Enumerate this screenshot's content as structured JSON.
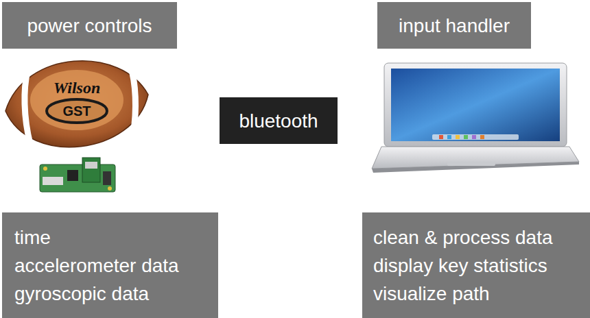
{
  "diagram": {
    "nodes": [
      {
        "text": [
          "power controls"
        ]
      },
      {
        "text": [
          "input handler"
        ]
      },
      {
        "text": [
          "bluetooth"
        ]
      },
      {
        "text": [
          "time",
          "accelerometer data",
          "gyroscopic data"
        ]
      },
      {
        "text": [
          "clean & process data",
          "display key statistics",
          "visualize path"
        ]
      }
    ],
    "labels": [
      "Wilson",
      "GST"
    ]
  }
}
